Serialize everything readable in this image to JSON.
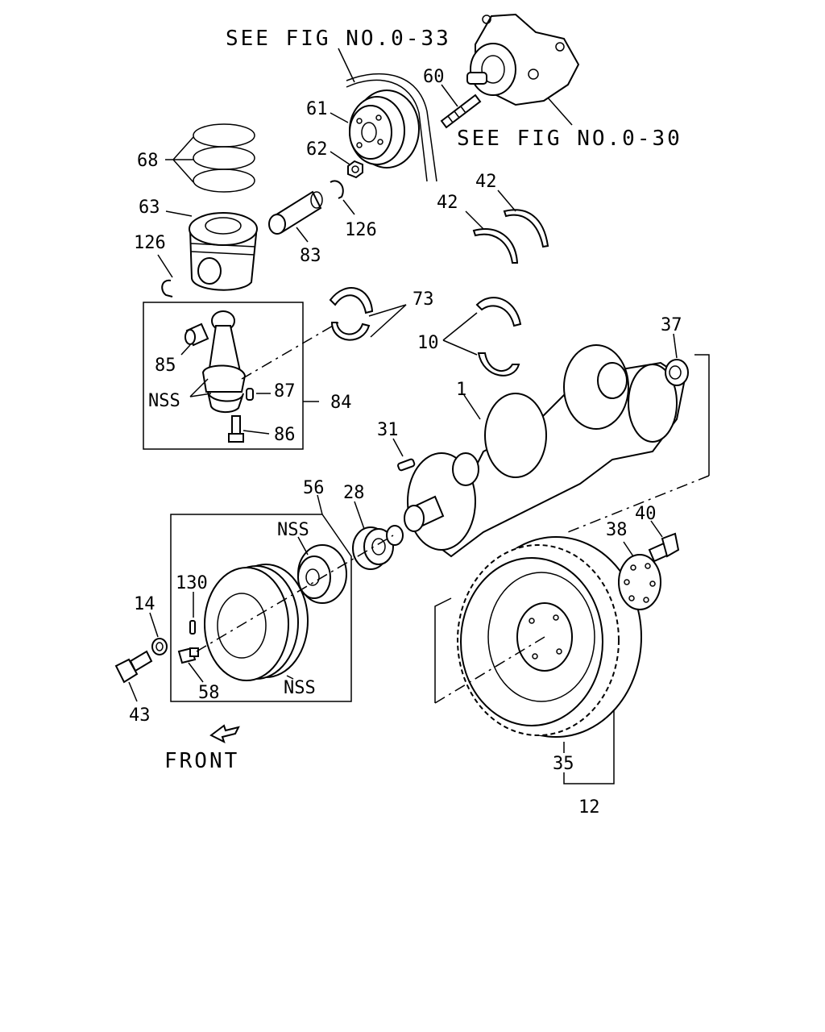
{
  "references": {
    "fig_0_33": "SEE FIG NO.0-33",
    "fig_0_30": "SEE FIG NO.0-30"
  },
  "direction_label": "FRONT",
  "icons": {
    "front_arrow": "arrow-down-left-icon"
  },
  "callouts": {
    "p1": "1",
    "p10": "10",
    "p12": "12",
    "p14": "14",
    "p28": "28",
    "p31": "31",
    "p35": "35",
    "p37": "37",
    "p38": "38",
    "p40": "40",
    "p42a": "42",
    "p42b": "42",
    "p43": "43",
    "p56": "56",
    "p58": "58",
    "p60": "60",
    "p61": "61",
    "p62": "62",
    "p63": "63",
    "p68": "68",
    "p73": "73",
    "p83": "83",
    "p84": "84",
    "p85": "85",
    "p86": "86",
    "p87": "87",
    "p126a": "126",
    "p126b": "126",
    "p130": "130",
    "nss1": "NSS",
    "nss2": "NSS",
    "nss3": "NSS"
  }
}
